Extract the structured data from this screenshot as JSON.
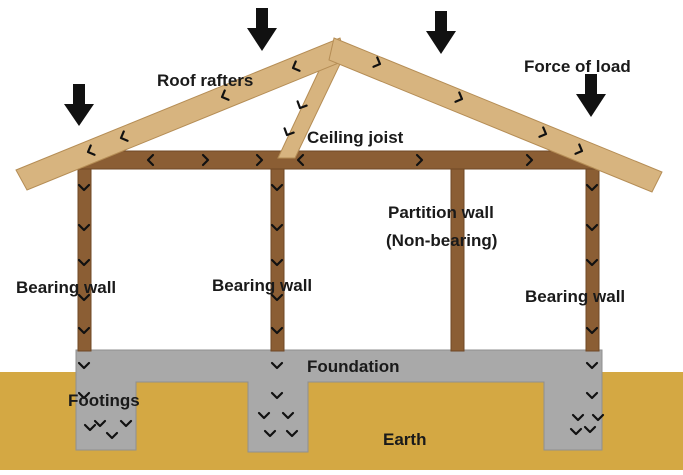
{
  "labels": {
    "roof_rafters": "Roof rafters",
    "force_of_load": "Force of load",
    "ceiling_joist": "Ceiling joist",
    "partition_wall_line1": "Partition wall",
    "partition_wall_line2": "(Non-bearing)",
    "bearing_wall_left": "Bearing wall",
    "bearing_wall_center": "Bearing wall",
    "bearing_wall_right": "Bearing wall",
    "foundation": "Foundation",
    "footings": "Footings",
    "earth": "Earth"
  },
  "colors": {
    "earth": "#d4a843",
    "concrete": "#a9a9a9",
    "concrete_edge": "#8f8f8f",
    "rafter": "#d7b47f",
    "rafter_edge": "#b58d55",
    "joist": "#8b5e34",
    "joist_edge": "#6f4826",
    "arrow": "#111111",
    "text": "#1a1a1a"
  },
  "icons": {
    "load_arrow": "down-arrow-icon",
    "flow_marker": "chevron-icon"
  }
}
